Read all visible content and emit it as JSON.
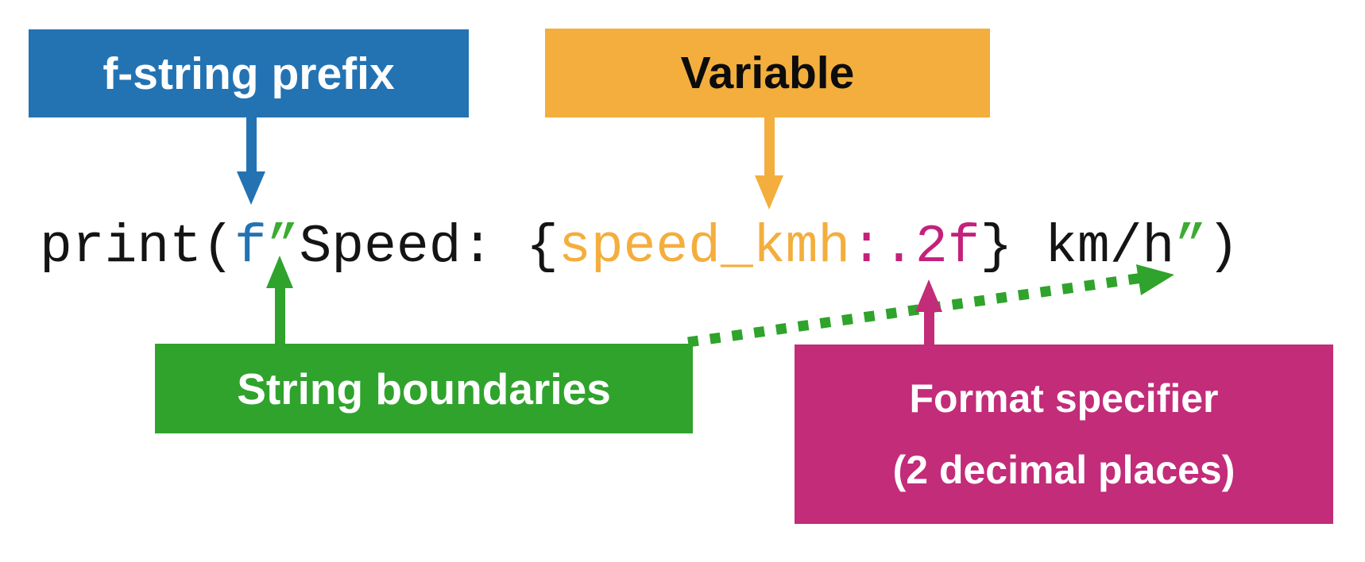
{
  "diagram_title": "f-string syntax annotation diagram",
  "colors": {
    "blue": "#2373b3",
    "orange": "#f3ae3d",
    "green": "#2fa32c",
    "green_code": "#3cab31",
    "magenta": "#c22c79",
    "magenta_code": "#c3217c",
    "code_black": "#141414",
    "white": "#ffffff"
  },
  "labels": {
    "fstring_prefix": "f-string prefix",
    "variable": "Variable",
    "string_boundaries": "String boundaries",
    "format_specifier_line1": "Format specifier",
    "format_specifier_line2": "(2 decimal places)"
  },
  "code": {
    "full_text": "print(f”Speed: {speed_kmh:.2f} km/h”)",
    "segments": [
      {
        "text": "print(",
        "color": "#141414",
        "token": "function-call-and-open-paren"
      },
      {
        "text": "f",
        "color": "#2373b3",
        "token": "f-string-prefix"
      },
      {
        "text": "”",
        "color": "#3cab31",
        "token": "string-opening-quote"
      },
      {
        "text": "Speed: ",
        "color": "#141414",
        "token": "string-literal"
      },
      {
        "text": "{",
        "color": "#141414",
        "token": "expression-open-brace"
      },
      {
        "text": "speed_kmh",
        "color": "#f3ae3d",
        "token": "variable"
      },
      {
        "text": ":.2f",
        "color": "#c3217c",
        "token": "format-specifier"
      },
      {
        "text": "}",
        "color": "#141414",
        "token": "expression-close-brace"
      },
      {
        "text": " km/h",
        "color": "#141414",
        "token": "string-literal"
      },
      {
        "text": "”",
        "color": "#3cab31",
        "token": "string-closing-quote"
      },
      {
        "text": ")",
        "color": "#141414",
        "token": "close-paren"
      }
    ]
  },
  "annotations": [
    {
      "label": "f-string prefix",
      "arrow": "solid-down",
      "points_to": "f"
    },
    {
      "label": "Variable",
      "arrow": "solid-down",
      "points_to": "speed_kmh"
    },
    {
      "label": "String boundaries",
      "arrow": "solid-up",
      "points_to": "opening quote ”"
    },
    {
      "label": "String boundaries",
      "arrow": "dotted-diagonal",
      "points_to": "closing quote ”"
    },
    {
      "label": "Format specifier (2 decimal places)",
      "arrow": "solid-up",
      "points_to": ":.2f"
    }
  ]
}
